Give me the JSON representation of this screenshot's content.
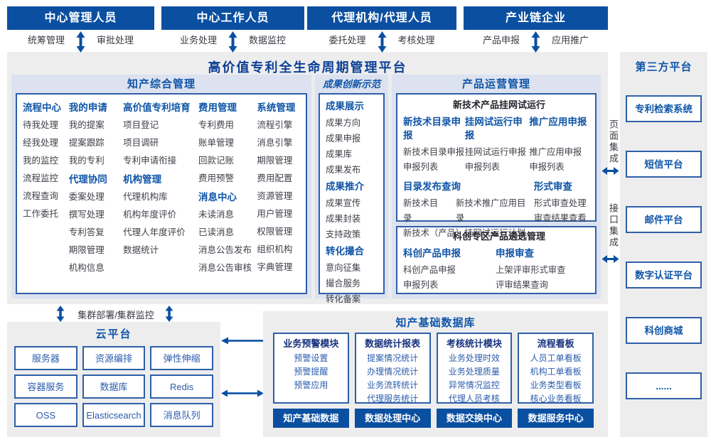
{
  "banners": [
    {
      "title": "中心管理人员",
      "sub_left": "统筹管理",
      "sub_right": "审批处理"
    },
    {
      "title": "中心工作人员",
      "sub_left": "业务处理",
      "sub_right": "数据监控"
    },
    {
      "title": "代理机构/代理人员",
      "sub_left": "委托处理",
      "sub_right": "考核处理"
    },
    {
      "title": "产业链企业",
      "sub_left": "产品申报",
      "sub_right": "应用推广"
    }
  ],
  "platform_title": "高价值专利全生命周期管理平台",
  "ip_management": {
    "title": "知产综合管理",
    "columns": [
      {
        "groups": [
          {
            "header": "流程中心",
            "items": [
              "待我处理",
              "经我处理",
              "我的监控",
              "流程监控",
              "流程查询",
              "工作委托"
            ]
          }
        ]
      },
      {
        "groups": [
          {
            "header": "我的申请",
            "items": [
              "我的提案",
              "提案跟踪",
              "我的专利"
            ]
          },
          {
            "header": "代理协同",
            "items": [
              "委案处理",
              "撰写处理",
              "专利答复",
              "期限管理",
              "机构信息"
            ]
          }
        ]
      },
      {
        "groups": [
          {
            "header": "高价值专利培育",
            "items": [
              "项目登记",
              "项目调研",
              "专利申请衔接"
            ]
          },
          {
            "header": "机构管理",
            "items": [
              "代理机构库",
              "机构年度评价",
              "代理人年度评价",
              "数据统计"
            ]
          }
        ]
      },
      {
        "groups": [
          {
            "header": "费用管理",
            "items": [
              "专利费用",
              "账单管理",
              "回款记账",
              "费用预警"
            ]
          },
          {
            "header": "消息中心",
            "items": [
              "未读消息",
              "已读消息",
              "消息公告发布",
              "消息公告审核"
            ]
          }
        ]
      },
      {
        "groups": [
          {
            "header": "系统管理",
            "items": [
              "流程引擎",
              "消息引擎",
              "期限管理",
              "费用配置",
              "资源管理",
              "用户管理",
              "权限管理",
              "组织机构",
              "字典管理"
            ]
          }
        ]
      }
    ]
  },
  "achievement": {
    "title": "成果创新示范",
    "groups": [
      {
        "header": "成果展示",
        "items": [
          "成果方向",
          "成果申报",
          "成果库",
          "成果发布"
        ]
      },
      {
        "header": "成果推介",
        "items": [
          "成果宣传",
          "成果封装",
          "支持政策"
        ]
      },
      {
        "header": "转化撮合",
        "items": [
          "意向征集",
          "撮合服务",
          "转化备案"
        ]
      }
    ]
  },
  "product_ops": {
    "title": "产品运营管理",
    "box1": {
      "title": "新技术产品挂网试运行",
      "groups": [
        {
          "header": "新技术目录申报",
          "items": [
            "新技术目录申报",
            "申报列表"
          ]
        },
        {
          "header": "挂网试运行申报",
          "items": [
            "挂网试运行申报",
            "申报列表"
          ]
        },
        {
          "header": "推广应用申报",
          "items": [
            "推广应用申报",
            "申报列表"
          ]
        }
      ],
      "catalog": {
        "header": "目录发布查询",
        "row1": [
          "新技术目录",
          "新技术推广应用目录"
        ],
        "row2": "新技术（产品）挂网试运行计划"
      },
      "review": {
        "header": "形式审查",
        "items": [
          "形式审查处理",
          "审查结果查看"
        ]
      }
    },
    "box2": {
      "title": "科创专区产品遴选管理",
      "groups": [
        {
          "header": "科创产品申报",
          "items": [
            "科创产品申报",
            "申报列表"
          ]
        },
        {
          "header": "申报审查",
          "items": [
            "上架评审形式审查",
            "评审结果查询"
          ]
        }
      ]
    }
  },
  "integration": {
    "page": "页面集成",
    "api": "接口集成"
  },
  "third_party": {
    "title": "第三方平台",
    "items": [
      "专利检索系统",
      "短信平台",
      "邮件平台",
      "数字认证平台",
      "科创商城",
      "......"
    ]
  },
  "cluster_label": "集群部署/集群监控",
  "cloud": {
    "title": "云平台",
    "items": [
      "服务器",
      "资源编排",
      "弹性伸缩",
      "容器服务",
      "数据库",
      "Redis",
      "OSS",
      "Elasticsearch",
      "消息队列"
    ]
  },
  "data_platform": {
    "title": "知产基础数据库",
    "modules": [
      {
        "header": "业务预警模块",
        "items": [
          "预警设置",
          "预警提醒",
          "预警应用"
        ],
        "footer": "知产基础数据"
      },
      {
        "header": "数据统计报表",
        "items": [
          "提案情况统计",
          "办理情况统计",
          "业务流转统计",
          "代理服务统计"
        ],
        "footer": "数据处理中心"
      },
      {
        "header": "考核统计模块",
        "items": [
          "业务处理时效",
          "业务处理质量",
          "异常情况监控",
          "代理人员考核"
        ],
        "footer": "数据交换中心"
      },
      {
        "header": "流程看板",
        "items": [
          "人员工单看板",
          "机构工单看板",
          "业务类型看板",
          "核心业务看板"
        ],
        "footer": "数据服务中心"
      }
    ]
  },
  "colors": {
    "primary_blue": "#0b4fa1",
    "header_blue": "#0f55a8",
    "dark_navy": "#16317d",
    "section_bg": "#dce2f0",
    "panel_bg": "#ededee",
    "item_text": "#3f4149",
    "border_blue": "#2e5fa8"
  }
}
